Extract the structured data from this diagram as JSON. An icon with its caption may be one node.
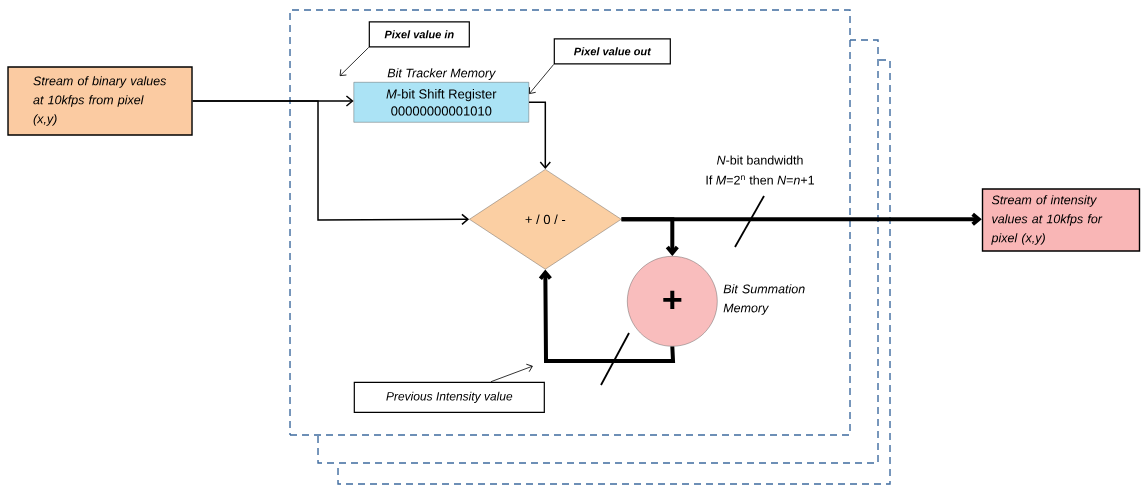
{
  "diagram": {
    "nodes": [
      {
        "text": [],
        "shape": "box"
      },
      {
        "text": [
          "Stream of binary values at 10kfps from pixel (x,y)"
        ]
      },
      {
        "text": [
          "Pixel value in"
        ],
        "in": 0
      },
      {
        "text": [
          "Pixel value out"
        ],
        "in": 0
      },
      {
        "text": [
          "Bit Tracker Memory",
          "*M*-bit Shift Register",
          "00000000001010"
        ],
        "in": 0
      },
      {
        "text": [
          "+ / 0 / -"
        ],
        "in": 0
      },
      {
        "text": [
          "+"
        ],
        "beside": [
          "Bit Summation Memory"
        ],
        "in": 0
      },
      {
        "text": [
          "Previous Intensity value"
        ],
        "in": 0
      },
      {
        "text": [
          "Stream of intensity values at 10kfps for pixel (x,y)"
        ]
      }
    ],
    "edges": [
      {
        "from": 1,
        "to": 4,
        "arrow": "to"
      },
      {
        "from": 1,
        "to": 5,
        "arrow": "to"
      },
      {
        "from": 4,
        "to": 5,
        "arrow": "to"
      },
      {
        "from": 5,
        "to": 8,
        "arrow": "to",
        "style": "thick"
      },
      {
        "from": 5,
        "to": 6,
        "arrow": "to",
        "style": "thick"
      },
      {
        "from": 6,
        "to": 5,
        "arrow": "to",
        "style": "thick"
      },
      {
        "from": 2,
        "to": 4,
        "arrow": "to"
      },
      {
        "from": 3,
        "to": 4,
        "arrow": "to"
      },
      {
        "from": 7,
        "to": null,
        "arrow": "to"
      }
    ],
    "labels": [
      "*N*-bit bandwidth",
      "If *M*=2$^{n}$ then *N*=*n*+1"
    ]
  }
}
